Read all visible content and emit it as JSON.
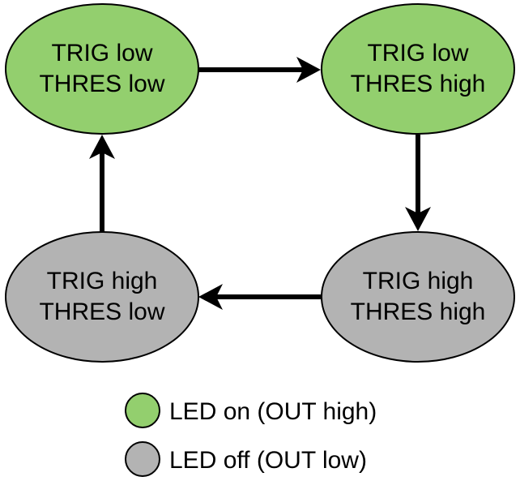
{
  "colors": {
    "led_on": "#93cf6e",
    "led_off": "#b3b3b3",
    "stroke": "#000000"
  },
  "states": [
    {
      "line1": "TRIG low",
      "line2": "THRES low",
      "led": "on"
    },
    {
      "line1": "TRIG low",
      "line2": "THRES high",
      "led": "on"
    },
    {
      "line1": "TRIG high",
      "line2": "THRES high",
      "led": "off"
    },
    {
      "line1": "TRIG high",
      "line2": "THRES low",
      "led": "off"
    }
  ],
  "transitions": [
    {
      "from": 0,
      "to": 1
    },
    {
      "from": 1,
      "to": 2
    },
    {
      "from": 2,
      "to": 3
    },
    {
      "from": 3,
      "to": 0
    }
  ],
  "legend": [
    {
      "label": "LED on (OUT high)",
      "led": "on"
    },
    {
      "label": "LED off (OUT low)",
      "led": "off"
    }
  ]
}
